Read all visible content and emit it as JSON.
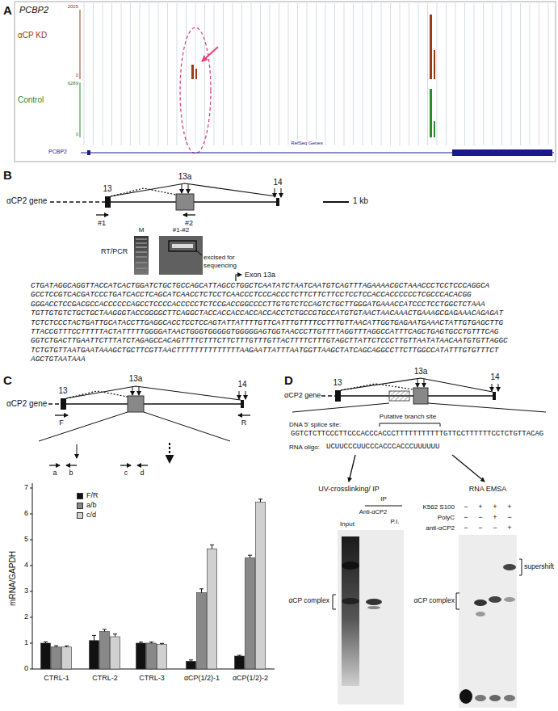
{
  "diagram": {
    "labels": [
      "A",
      "PCBP2",
      "2005",
      "αCP KD",
      "0",
      "6289",
      "Control",
      "0",
      "RefSeq Genes",
      "PCBP2",
      "B",
      "13",
      "13a",
      "14",
      "αCP2 gene",
      "1 kb",
      "#1",
      "#2",
      "RT/PCR",
      "M",
      "#1-#2",
      "excised for sequencing",
      "Exon 13a",
      "CTGATAGGCAGGTTACCATCACTGGATCTGCTGCCAGCATTAGCCTGGCTCAATATCTAATCAATGTCAGTTTAGAAAACGCTAAACCCTCCTCCCAGGCA",
      "GCCTCCGTCACGATCCCTGATCACCTCAGCATCAACCTCTCCTCAACCCTCCCACCCTCTTCTTCTTCCTCCTCCACCACCCCCCTCGCCCACACGG",
      "GGGACCTCCGACGCCACCCCCCAGCCTCCCCACCCCCTCTCCGACCGGCCCCTTGTGTCTCCAGTCTGCTTGGGATGAAACCATCCCTCCTGGCTCTAAA",
      "TGTTGTGTCTGCTGCTAAGGGTACCGGGGCTTCAGGCTACCACCACCACCACCACCTCTGCCGTGCCATGTGTAACTAACAAACTGAAAGCGAGAAACAGAGAT",
      "TCTCTCCCTACTGATTGCATACCTTGAGGCACCTCCTCCAGTATTATTTTGTTCATTTGTTTTCCTTTGTTAACATTGGTGAGAATGAAACTATTGTGAGCTTG",
      "TTACCGTTTCCTTTTTACTATTTTTGGGGATAACTGGGTGGGGGTGGGGGAGTGGTAACCCTTGTTTTAGGTTTAGGCCATTTCAGCTGAGTGCCTGTTTCAG",
      "GGTCTGACTTGAATTCTTTATCTAGAGCCACAGTTTTCTTTCTTCTTTGTTTGTTACTTTTCTTTGTAGCTTATTCTCCCTTGTTAATATAACAATGTGTTAGGC",
      "TCTGTGTTAATGAATAAAGCTGCTTCGTTAACTTTTTTTTTTTTTTAAGAATTATTTAATGGTTAAGCTATCAGCAGGCCTTCTTGGCCATATTTGTGTTTCT",
      "AGCTGTAATAAA",
      "C",
      "13",
      "13a",
      "14",
      "αCP2 gene",
      "F",
      "R",
      "a",
      "b",
      "c",
      "d",
      "mRNA/GAPDH",
      "0",
      "1",
      "2",
      "3",
      "4",
      "5",
      "6",
      "7",
      "CTRL-1",
      "CTRL-2",
      "CTRL-3",
      "αCP(1/2)-1",
      "αCP(1/2)-2",
      "D",
      "13",
      "13a",
      "14",
      "αCP2 gene",
      "Putative branch site",
      "DNA 5' splice site:",
      "GGTCTCTTCCCTTCCCACCCACCCTTTTTTTTTTTGTTCCTTTTTTCCTCTGTTACAG",
      "RNA oligo:",
      "UCUUCCCUUCCCACCCACCCUUUUUU",
      "UV-crosslinking/ IP",
      "RNA EMSA",
      "Input",
      "IP",
      "Anti-αCP2",
      "P.I.",
      "αCP complex",
      "K562 S100",
      "PolyC",
      "anti-αCP2",
      "supershift",
      "αCP complex",
      "−",
      "+",
      "+",
      "+",
      "−",
      "−",
      "+",
      "−",
      "−",
      "−",
      "−",
      "+"
    ],
    "legend": [
      {
        "text": "F/R",
        "color": "#111111"
      },
      {
        "text": "a/b",
        "color": "#888888"
      },
      {
        "text": "c/d",
        "color": "#d0d0d0"
      }
    ]
  }
}
